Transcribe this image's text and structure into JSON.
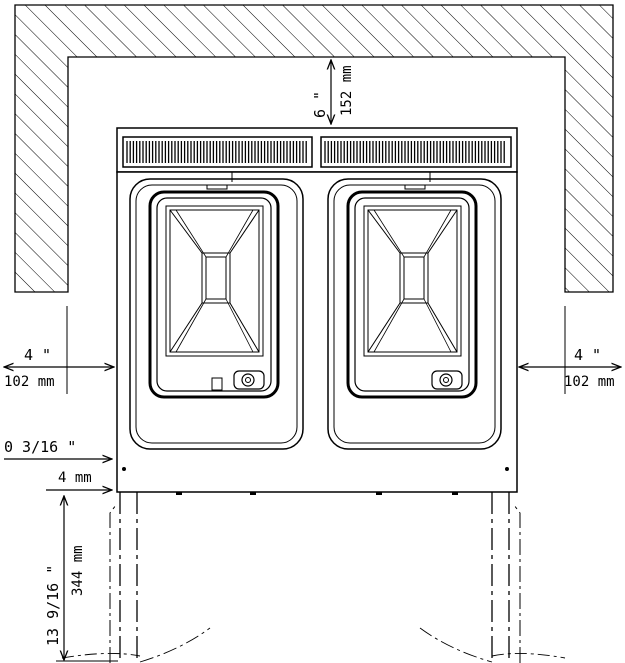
{
  "drawing": {
    "colors": {
      "line": "#000000",
      "background": "#ffffff",
      "hatch": "#000000"
    },
    "dimensions": {
      "top_clearance": {
        "imperial": "6 \"",
        "metric": "152 mm"
      },
      "left_clearance": {
        "imperial": "4 \"",
        "metric": "102 mm"
      },
      "right_clearance": {
        "imperial": "4 \"",
        "metric": "102 mm"
      },
      "base_offset": {
        "imperial": "0 3/16 \"",
        "metric": "4 mm"
      },
      "leg_height": {
        "imperial": "13 9/16 \"",
        "metric": "344 mm"
      }
    }
  }
}
